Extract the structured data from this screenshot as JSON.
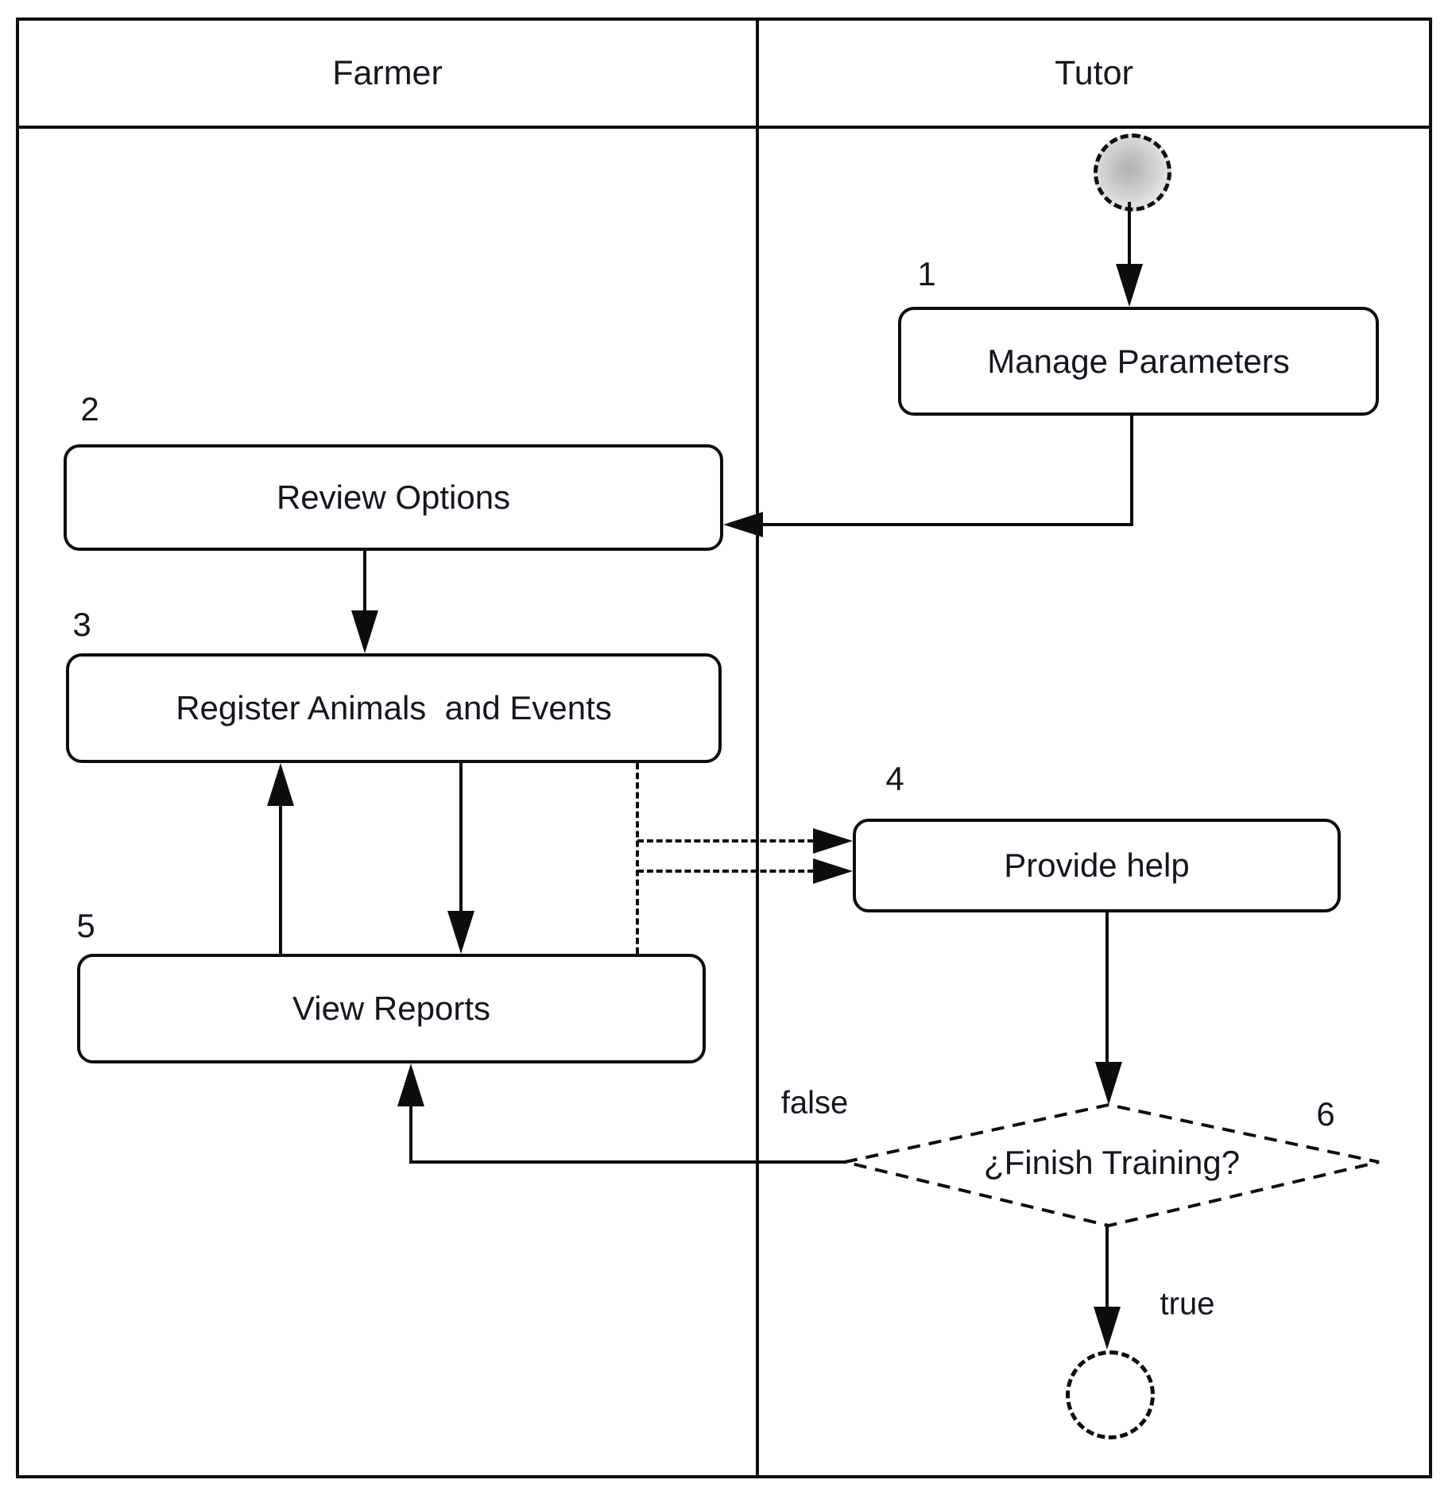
{
  "lanes": {
    "farmer": "Farmer",
    "tutor": "Tutor"
  },
  "nodes": {
    "manage_parameters": {
      "num": "1",
      "label": "Manage Parameters"
    },
    "review_options": {
      "num": "2",
      "label": "Review Options"
    },
    "register_animals": {
      "num": "3",
      "label": "Register Animals  and Events"
    },
    "provide_help": {
      "num": "4",
      "label": "Provide help"
    },
    "view_reports": {
      "num": "5",
      "label": "View Reports"
    },
    "finish_training": {
      "num": "6",
      "label": "¿Finish Training?"
    }
  },
  "edge_labels": {
    "false_label": "false",
    "true_label": "true"
  },
  "colors": {
    "line": "#0d0d0d",
    "text": "#15151f",
    "background": "#ffffff",
    "start_fill": "#b0b0b0"
  }
}
